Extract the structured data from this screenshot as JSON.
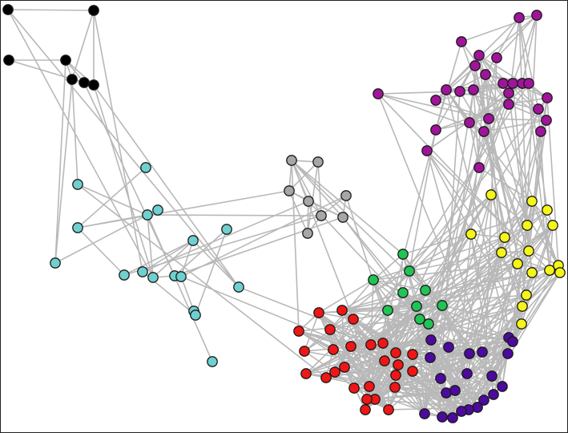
{
  "graph": {
    "edge_color": "#b8b8b8",
    "node_stroke": "#1a1a1a",
    "communities": [
      {
        "name": "black",
        "color": "#000000"
      },
      {
        "name": "cyan",
        "color": "#6fd0cf"
      },
      {
        "name": "gray",
        "color": "#a6a6a6"
      },
      {
        "name": "green",
        "color": "#20c454"
      },
      {
        "name": "red",
        "color": "#f01616"
      },
      {
        "name": "purple",
        "color": "#4c0a9e"
      },
      {
        "name": "magenta",
        "color": "#a0149a"
      },
      {
        "name": "yellow",
        "color": "#f5f518"
      }
    ]
  }
}
